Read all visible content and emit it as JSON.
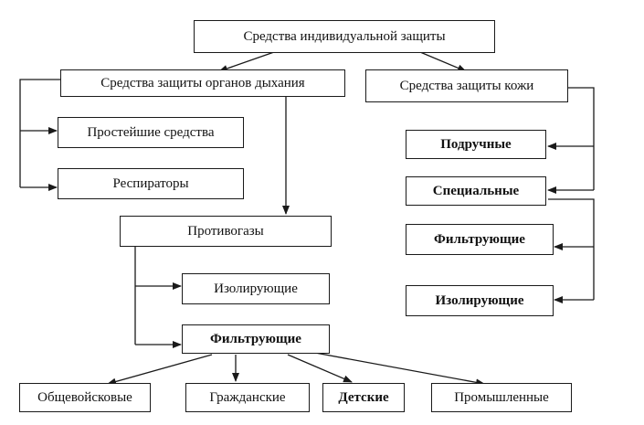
{
  "diagram": {
    "nodes": {
      "root": "Средства индивидуальной защиты",
      "respiratory": "Средства защиты органов дыхания",
      "skin": "Средства защиты кожи",
      "simplest": "Простейшие средства",
      "respirators": "Респираторы",
      "gasmasks": "Противогазы",
      "gm_isolating": "Изолирующие",
      "gm_filtering": "Фильтрующие",
      "military": "Общевойсковые",
      "civil": "Гражданские",
      "children": "Детские",
      "industrial": "Промышленные",
      "improvised": "Подручные",
      "special": "Специальные",
      "skin_filtering": "Фильтрующие",
      "skin_isolating": "Изолирующие"
    },
    "colors": {
      "line": "#1a1a1a",
      "box_border": "#1a1a1a",
      "text": "#111111"
    }
  }
}
